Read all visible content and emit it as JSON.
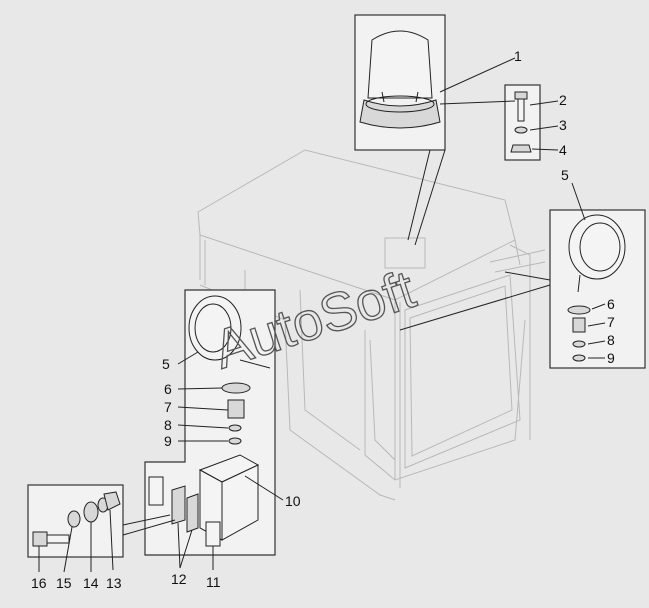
{
  "watermark": "AutoSoft",
  "callouts": [
    {
      "id": "c1",
      "text": "1"
    },
    {
      "id": "c2",
      "text": "2"
    },
    {
      "id": "c3",
      "text": "3"
    },
    {
      "id": "c4",
      "text": "4"
    },
    {
      "id": "c5r",
      "text": "5"
    },
    {
      "id": "c6r",
      "text": "6"
    },
    {
      "id": "c7r",
      "text": "7"
    },
    {
      "id": "c8r",
      "text": "8"
    },
    {
      "id": "c9r",
      "text": "9"
    },
    {
      "id": "c5l",
      "text": "5"
    },
    {
      "id": "c6l",
      "text": "6"
    },
    {
      "id": "c7l",
      "text": "7"
    },
    {
      "id": "c8l",
      "text": "8"
    },
    {
      "id": "c9l",
      "text": "9"
    },
    {
      "id": "c10",
      "text": "10"
    },
    {
      "id": "c11",
      "text": "11"
    },
    {
      "id": "c12",
      "text": "12"
    },
    {
      "id": "c13",
      "text": "13"
    },
    {
      "id": "c14",
      "text": "14"
    },
    {
      "id": "c15",
      "text": "15"
    },
    {
      "id": "c16",
      "text": "16"
    }
  ]
}
